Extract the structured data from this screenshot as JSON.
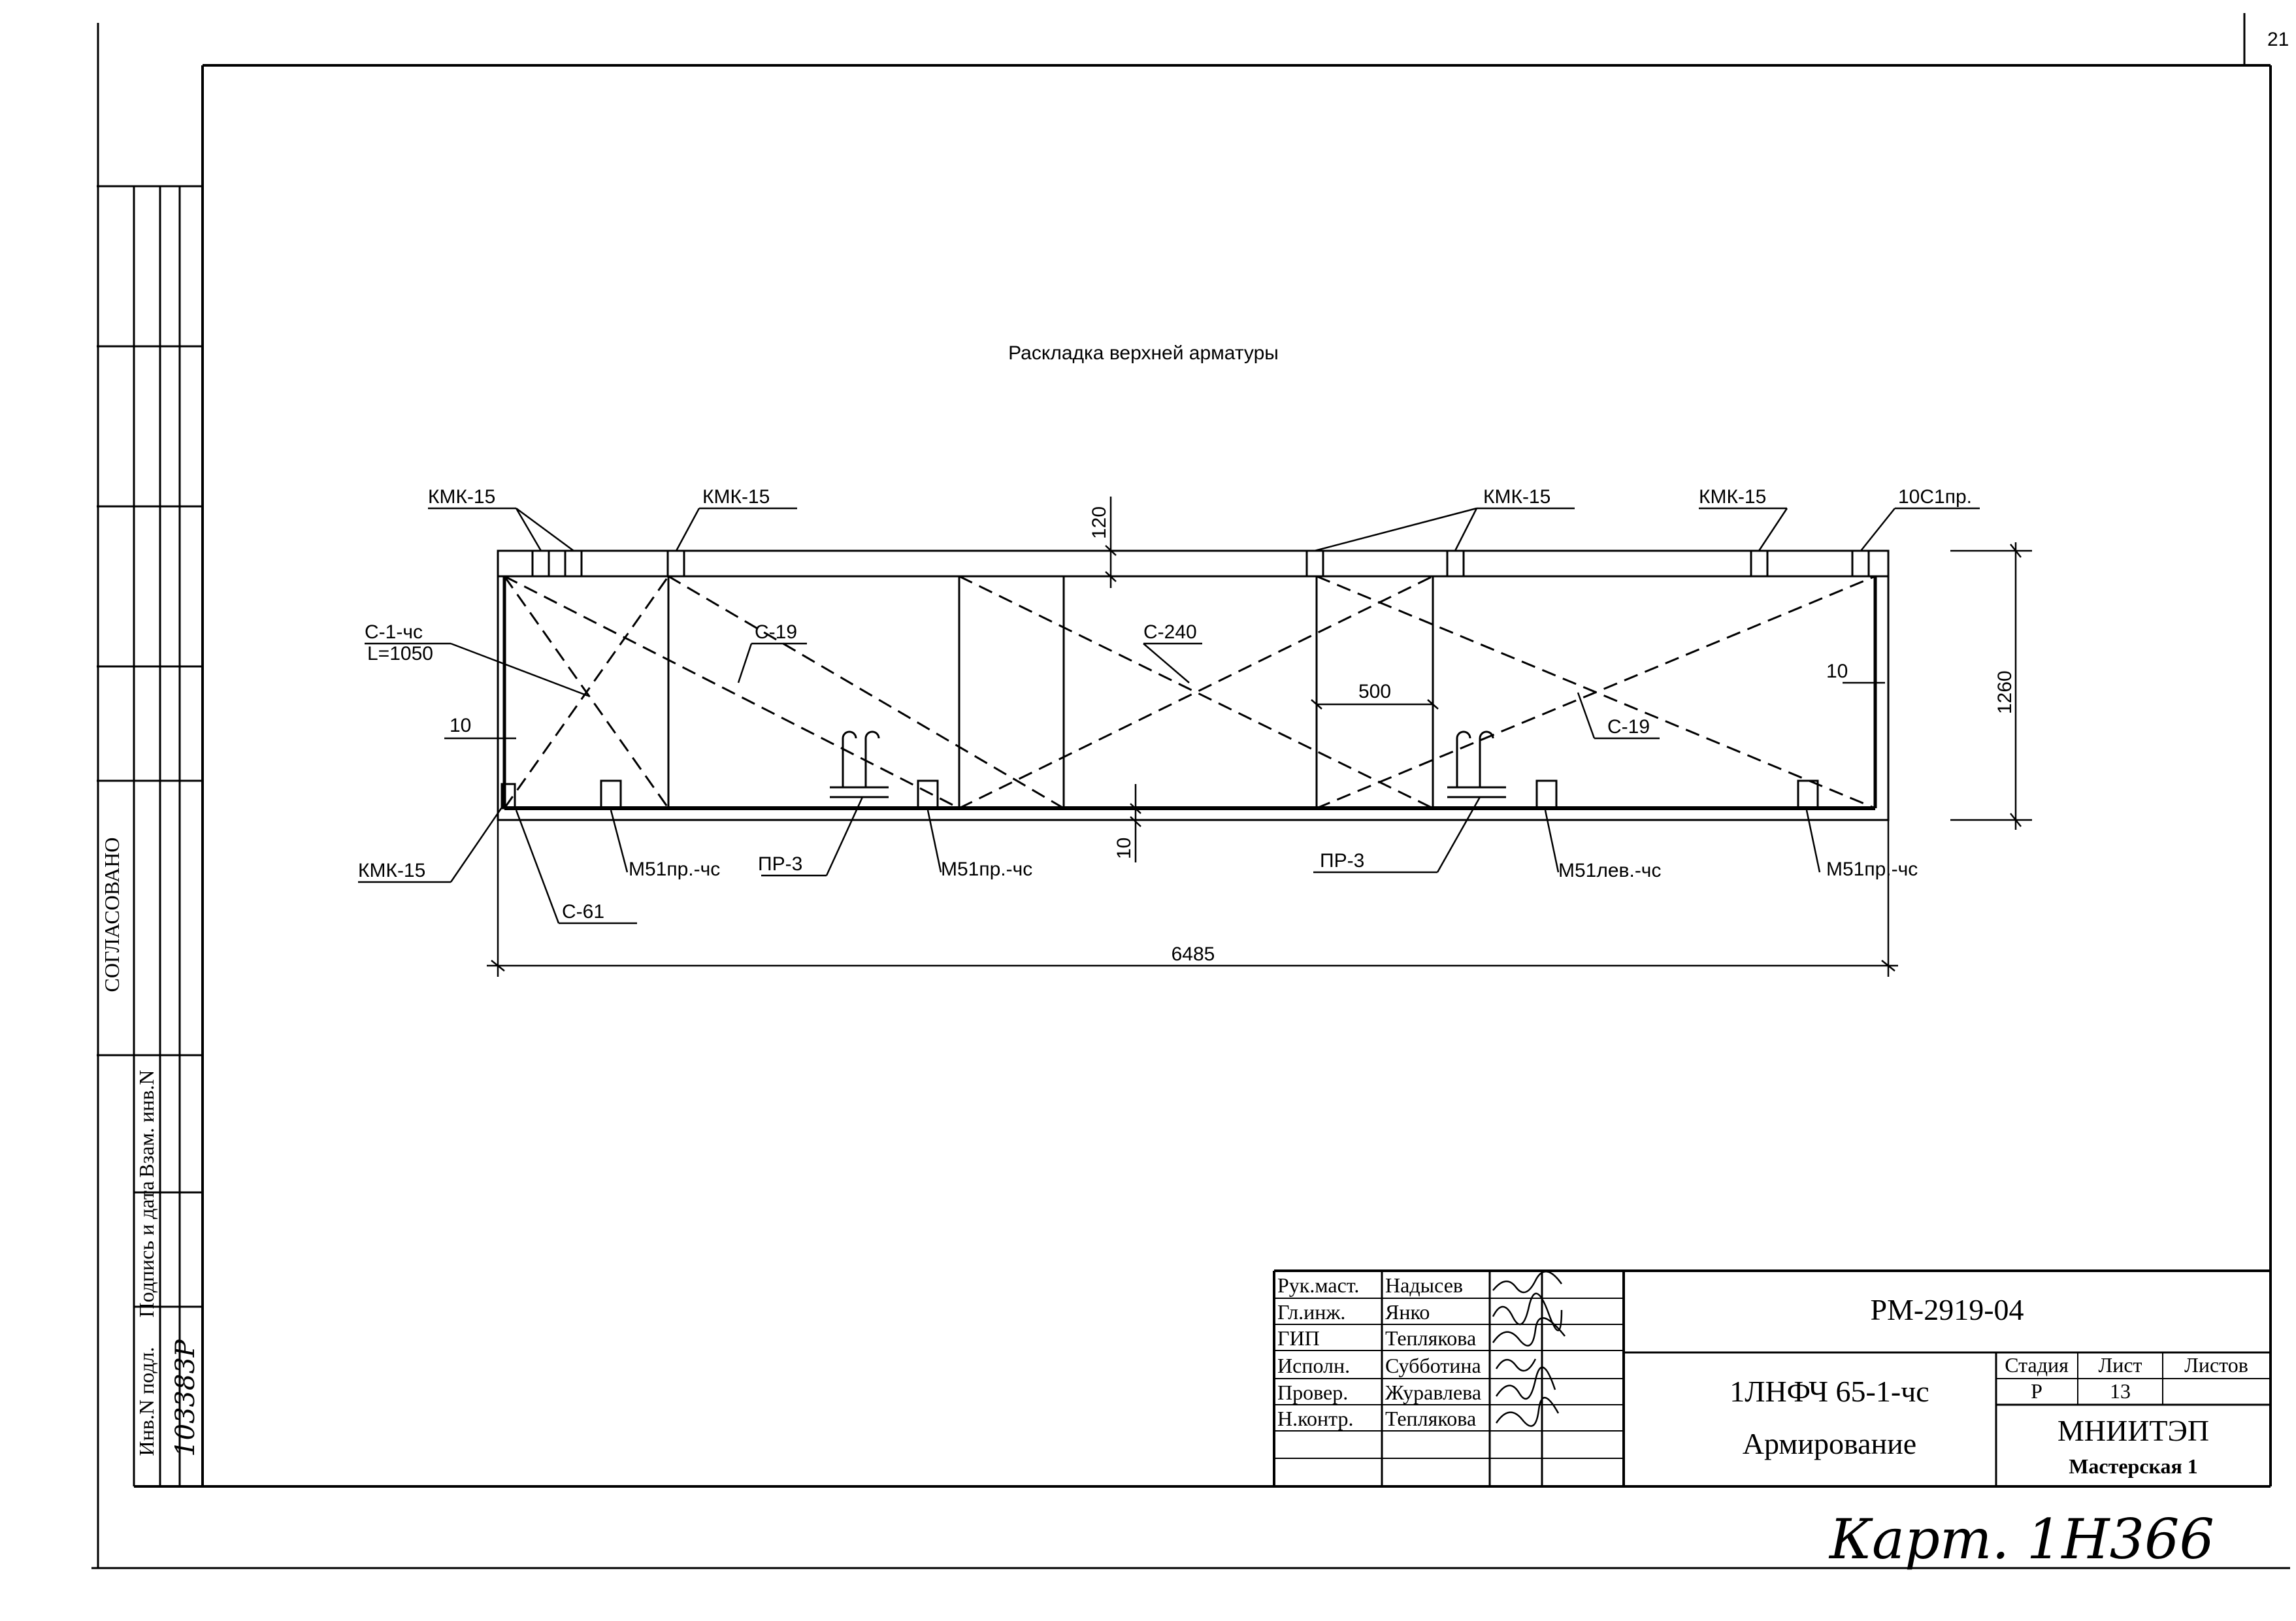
{
  "corner_mark": "21",
  "sheet": {
    "title": "Раскладка верхней арматуры"
  },
  "side_stamp": {
    "agreed": "СОГЛАСОВАНО",
    "inv_original": "Инв.N подл.",
    "signature_date": "Подпись и дата",
    "replaces_inv": "Взам. инв.N",
    "inv_number_handwritten": "103383Р"
  },
  "drawing": {
    "labels": {
      "kmk_tl1": "КМК-15",
      "kmk_tl2": "КМК-15",
      "kmk_tr1": "КМК-15",
      "kmk_tr2": "КМК-15",
      "c10_right": "10С1пр.",
      "c1": "С-1-чс",
      "c1_len": "L=1050",
      "c19_left": "С-19",
      "c240": "С-240",
      "c19_right": "С-19",
      "kmk_bl": "КМК-15",
      "c61": "С-61",
      "m51_1": "М51пр.-чс",
      "pr3_1": "ПР-3",
      "m51_2": "М51пр.-чс",
      "pr3_2": "ПР-3",
      "m51_lev": "М51лев.-чс",
      "m51_3": "М51пр.-чс"
    },
    "dimensions": {
      "top_gap": "120",
      "left_gap": "10",
      "right_gap": "10",
      "bottom_gap": "10",
      "inner_width": "500",
      "height": "1260",
      "length": "6485"
    }
  },
  "title_block": {
    "roles": [
      "Рук.маст.",
      "Гл.инж.",
      "ГИП",
      "Исполн.",
      "Провер.",
      "Н.контр."
    ],
    "names": [
      "Надысев",
      "Янко",
      "Теплякова",
      "Субботина",
      "Журавлева",
      "Теплякова"
    ],
    "document_code": "РМ-2919-04",
    "product": "1ЛНФЧ 65-1-чс",
    "sheet_title": "Армирование",
    "stage_header": "Стадия",
    "sheet_header": "Лист",
    "sheets_header": "Листов",
    "stage_value": "Р",
    "sheet_value": "13",
    "sheets_value": "",
    "organization": "МНИИТЭП",
    "workshop": "Мастерская 1"
  },
  "handwritten_card": "Карт. 1Н366"
}
